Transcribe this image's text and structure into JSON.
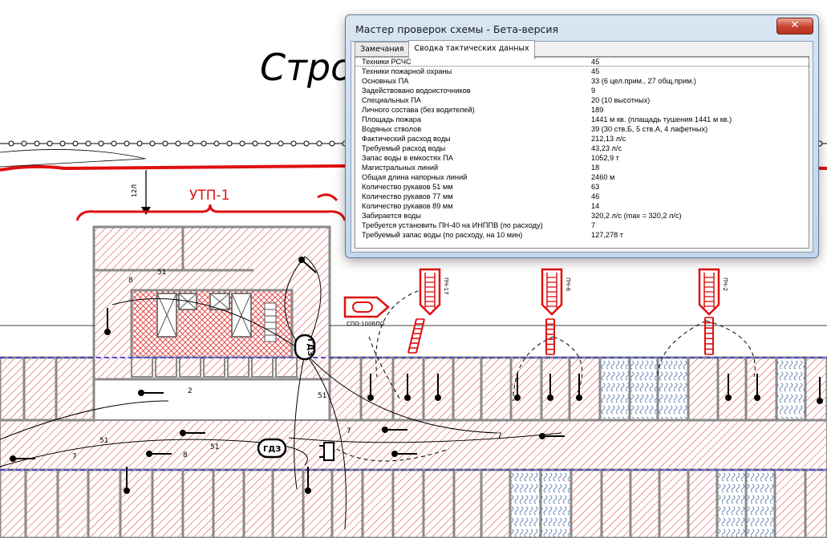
{
  "drawing": {
    "title_fragment": "Стро",
    "utp_label": "УТП-1",
    "gdz_labels": [
      "ГДЗ",
      "ГДЗ"
    ],
    "vehicle_label": "СПО-100ВПО",
    "hydrant_labels": [
      "ПЧ-17",
      "ПЧ-6",
      "ПЧ-2"
    ],
    "pipe_label": "12Л",
    "hose_numbers": [
      "8",
      "51",
      "2",
      "51",
      "7",
      "51",
      "8",
      "51",
      "7",
      "7"
    ]
  },
  "dialog": {
    "title": "Мастер проверок схемы - Бета-версия",
    "close_glyph": "✕",
    "tabs": [
      {
        "label": "Замечания",
        "active": false
      },
      {
        "label": "Сводка тактических данных",
        "active": true
      }
    ],
    "rows": [
      {
        "label": "Техники РСЧС",
        "value": "45"
      },
      {
        "label": "Техники пожарной охраны",
        "value": "45"
      },
      {
        "label": "Основных ПА",
        "value": "33 (6 цел.прим., 27 общ.прим.)"
      },
      {
        "label": "Задействовано водоисточников",
        "value": "9"
      },
      {
        "label": "Специальных ПА",
        "value": "20 (10 высотных)"
      },
      {
        "label": "Личного состава (без водителей)",
        "value": "189"
      },
      {
        "label": "Площадь пожара",
        "value": "1441 м кв. (плащадь тушения 1441 м кв.)"
      },
      {
        "label": "Водяных стволов",
        "value": "39 (30 ств.Б, 5 ств.А, 4 лафетных)"
      },
      {
        "label": "Фактический расход воды",
        "value": "212,13 л/с"
      },
      {
        "label": "Требуемый расход воды",
        "value": "43,23 л/с"
      },
      {
        "label": "Запас воды в емкостях ПА",
        "value": "1052,9 т"
      },
      {
        "label": "Магистральных линий",
        "value": "18"
      },
      {
        "label": "Общая длина напорных линий",
        "value": "2460 м"
      },
      {
        "label": "Количество рукавов 51 мм",
        "value": "63"
      },
      {
        "label": "Количество рукавов 77 мм",
        "value": "46"
      },
      {
        "label": "Количество рукавов 89 мм",
        "value": "14"
      },
      {
        "label": "Забирается воды",
        "value": "320,2 л/с (max = 320,2 л/с)"
      },
      {
        "label": "Требуется установить ПН-40 на ИНППВ (по расходу)",
        "value": "7"
      },
      {
        "label": "Требуемый запас воды (по расходу, на 10 мин)",
        "value": "127,278 т"
      }
    ]
  },
  "colors": {
    "hatch_red": "#e03030",
    "wall_gray": "#8a8a8a",
    "door_blue": "#4a4acc",
    "pipe_red": "#e01010"
  }
}
